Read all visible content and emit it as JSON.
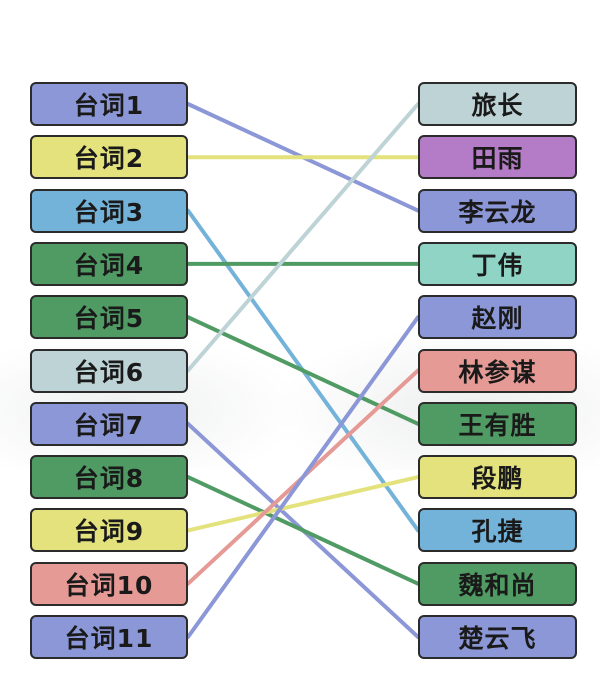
{
  "left_items": [
    {
      "label": "台词1",
      "color": "#8b97d6"
    },
    {
      "label": "台词2",
      "color": "#e3e27c"
    },
    {
      "label": "台词3",
      "color": "#74b3d9"
    },
    {
      "label": "台词4",
      "color": "#4f9b63"
    },
    {
      "label": "台词5",
      "color": "#4f9b63"
    },
    {
      "label": "台词6",
      "color": "#bdd3d5"
    },
    {
      "label": "台词7",
      "color": "#8b97d6"
    },
    {
      "label": "台词8",
      "color": "#4f9b63"
    },
    {
      "label": "台词9",
      "color": "#e3e27c"
    },
    {
      "label": "台词10",
      "color": "#e59a96"
    },
    {
      "label": "台词11",
      "color": "#8b97d6"
    }
  ],
  "right_items": [
    {
      "label": "旅长",
      "color": "#bdd3d5"
    },
    {
      "label": "田雨",
      "color": "#b47cc6"
    },
    {
      "label": "李云龙",
      "color": "#8b97d6"
    },
    {
      "label": "丁伟",
      "color": "#8fd4c4"
    },
    {
      "label": "赵刚",
      "color": "#8b97d6"
    },
    {
      "label": "林参谋",
      "color": "#e59a96"
    },
    {
      "label": "王有胜",
      "color": "#4f9b63"
    },
    {
      "label": "段鹏",
      "color": "#e3e27c"
    },
    {
      "label": "孔捷",
      "color": "#74b3d9"
    },
    {
      "label": "魏和尚",
      "color": "#4f9b63"
    },
    {
      "label": "楚云飞",
      "color": "#8b97d6"
    }
  ],
  "connections": [
    {
      "from": 0,
      "to": 2,
      "color": "#8b97d6"
    },
    {
      "from": 1,
      "to": 1,
      "color": "#e3e27c"
    },
    {
      "from": 2,
      "to": 8,
      "color": "#74b3d9"
    },
    {
      "from": 3,
      "to": 3,
      "color": "#4f9b63"
    },
    {
      "from": 4,
      "to": 6,
      "color": "#4f9b63"
    },
    {
      "from": 5,
      "to": 0,
      "color": "#bdd3d5"
    },
    {
      "from": 6,
      "to": 10,
      "color": "#8b97d6"
    },
    {
      "from": 7,
      "to": 9,
      "color": "#4f9b63"
    },
    {
      "from": 8,
      "to": 7,
      "color": "#e3e27c"
    },
    {
      "from": 9,
      "to": 5,
      "color": "#e59a96"
    },
    {
      "from": 10,
      "to": 4,
      "color": "#8b97d6"
    }
  ]
}
